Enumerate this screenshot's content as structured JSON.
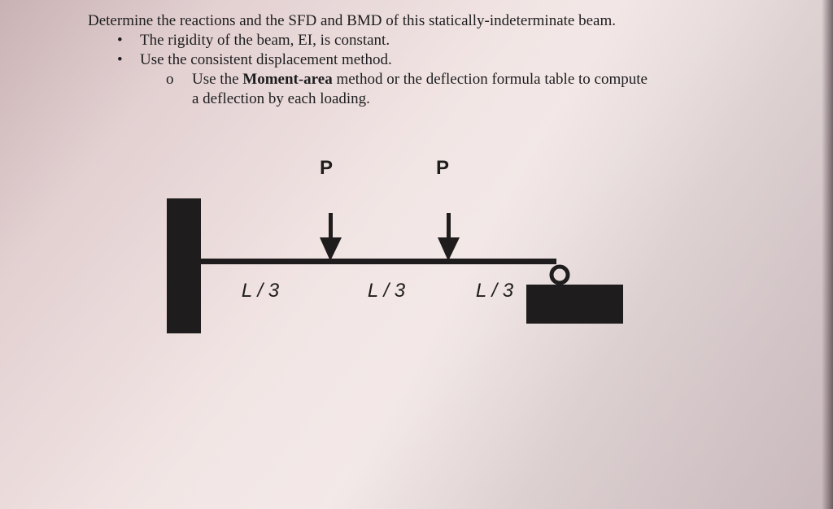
{
  "problem": {
    "heading": "Determine the reactions and the SFD and BMD of this statically-indeterminate beam.",
    "bullets": [
      "The rigidity of the beam, EI, is constant.",
      "Use the consistent displacement method."
    ],
    "bullet_marker": "•",
    "sub_marker": "o",
    "sub_item": {
      "prefix": "Use the ",
      "bold": "Moment-area",
      "suffix": " method or the deflection formula table to compute",
      "line2": "a deflection by each loading."
    }
  },
  "diagram": {
    "loads": [
      {
        "label": "P"
      },
      {
        "label": "P"
      }
    ],
    "segments": [
      {
        "label": "L / 3"
      },
      {
        "label": "L / 3"
      },
      {
        "label": "L / 3"
      }
    ],
    "ink_color": "#1e1c1c"
  }
}
